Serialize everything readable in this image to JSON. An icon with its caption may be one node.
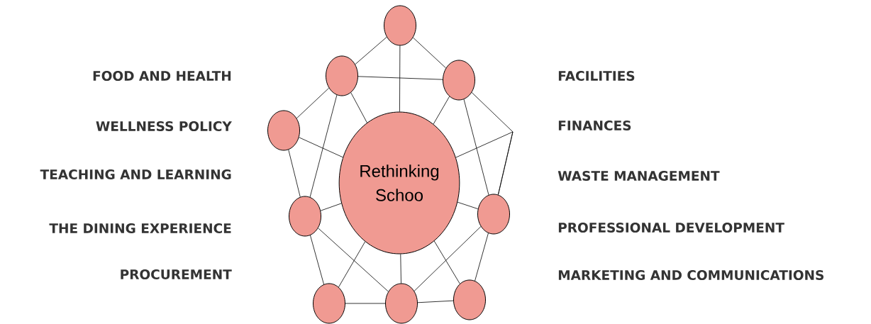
{
  "diagram": {
    "nodes": [
      {
        "text": [
          "Rethinking Schoo"
        ]
      },
      {
        "text": [],
        "shape": "circle"
      },
      {
        "text": [],
        "shape": "circle"
      },
      {
        "text": [],
        "shape": "circle"
      },
      {
        "text": [],
        "shape": "circle"
      },
      {
        "text": [],
        "shape": "circle"
      },
      {
        "text": [],
        "shape": "circle"
      },
      {
        "text": [],
        "shape": "circle"
      },
      {
        "text": [],
        "shape": "circle"
      },
      {
        "text": [],
        "shape": "circle"
      }
    ],
    "edges": [
      {
        "from": 1,
        "to": 2,
        "arrow": "none"
      },
      {
        "from": 1,
        "to": 3,
        "arrow": "none"
      },
      {
        "from": 1,
        "to": 0,
        "arrow": "none"
      },
      {
        "from": 2,
        "to": 3,
        "arrow": "none"
      },
      {
        "from": 2,
        "to": 4,
        "arrow": "none"
      },
      {
        "from": 2,
        "to": 0,
        "arrow": "none"
      },
      {
        "from": 2,
        "to": 5,
        "arrow": "none"
      },
      {
        "from": 3,
        "to": 0,
        "arrow": "none"
      },
      {
        "from": 3,
        "to": 6,
        "arrow": "none"
      },
      {
        "from": 3,
        "to": 6,
        "arrow": "none"
      },
      {
        "from": 0,
        "to": 6,
        "arrow": "none"
      },
      {
        "from": 4,
        "to": 0,
        "arrow": "none"
      },
      {
        "from": 4,
        "to": 5,
        "arrow": "none"
      },
      {
        "from": 5,
        "to": 0,
        "arrow": "none"
      },
      {
        "from": 5,
        "to": 7,
        "arrow": "none"
      },
      {
        "from": 5,
        "to": 8,
        "arrow": "none"
      },
      {
        "from": 0,
        "to": 7,
        "arrow": "none"
      },
      {
        "from": 0,
        "to": 8,
        "arrow": "none"
      },
      {
        "from": 0,
        "to": 9,
        "arrow": "none"
      },
      {
        "from": 0,
        "to": 6,
        "arrow": "none"
      },
      {
        "from": 6,
        "to": 8,
        "arrow": "none"
      },
      {
        "from": 6,
        "to": 9,
        "arrow": "none"
      },
      {
        "from": 7,
        "to": 8,
        "arrow": "none"
      },
      {
        "from": 8,
        "to": 9,
        "arrow": "none"
      }
    ],
    "labels": [
      "FOOD AND HEALTH",
      "FACILITIES",
      "WELLNESS POLICY",
      "FINANCES",
      "TEACHING AND LEARNING",
      "WASTE MANAGEMENT",
      "THE DINING EXPERIENCE",
      "PROFESSIONAL DEVELOPMENT",
      "PROCUREMENT",
      "MARKETING AND COMMUNICATIONS"
    ]
  }
}
